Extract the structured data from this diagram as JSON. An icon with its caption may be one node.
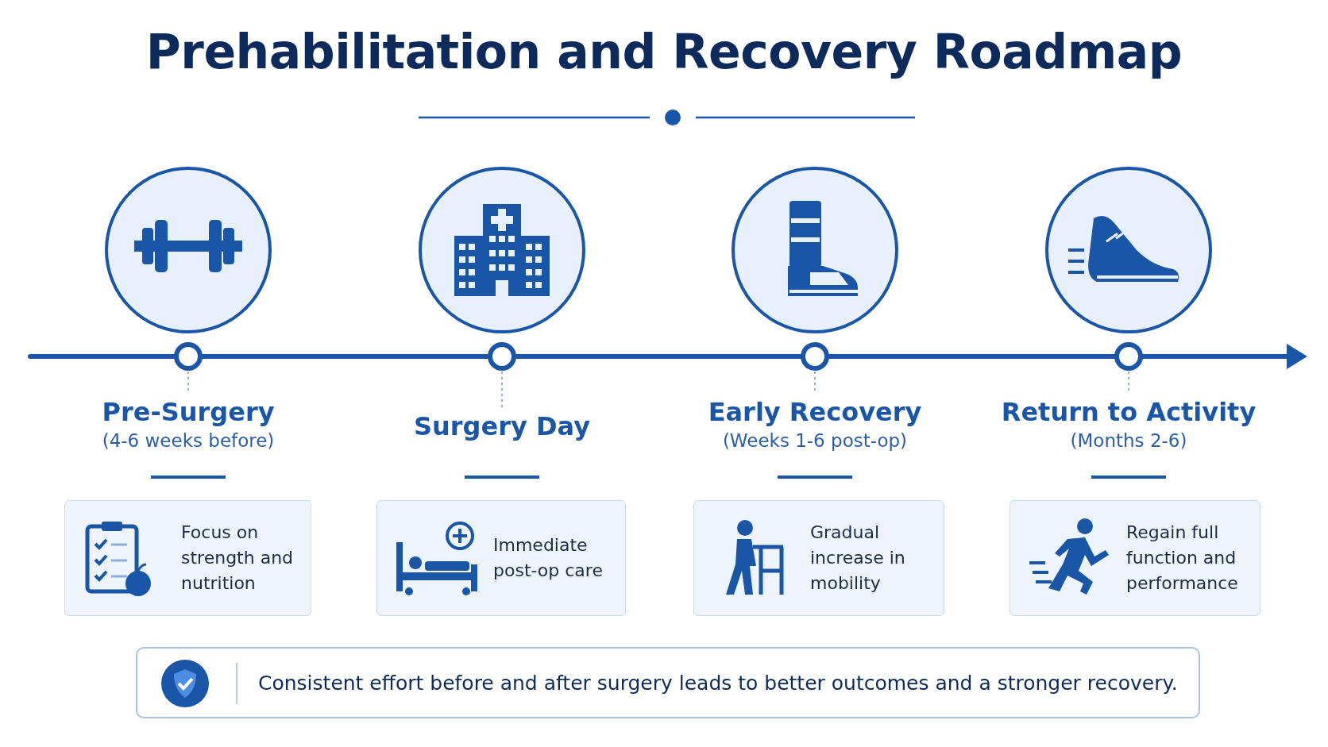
{
  "diagram": {
    "title": "Prehabilitation and Recovery Roadmap",
    "nodes": [
      {
        "text": [
          "Pre-Surgery",
          "(4-6 weeks before)"
        ]
      },
      {
        "text": [
          "Focus on strength and nutrition"
        ]
      },
      {
        "text": [
          "Surgery Day"
        ]
      },
      {
        "text": [
          "Immediate post-op care"
        ]
      },
      {
        "text": [
          "Early Recovery",
          "(Weeks 1-6 post-op)"
        ]
      },
      {
        "text": [
          "Gradual increase in mobility"
        ]
      },
      {
        "text": [
          "Return to Activity",
          "(Months 2-6)"
        ]
      },
      {
        "text": [
          "Regain full function and performance"
        ]
      },
      {
        "text": [
          "Consistent effort before and after surgery leads to better outcomes and a stronger recovery."
        ]
      }
    ]
  }
}
